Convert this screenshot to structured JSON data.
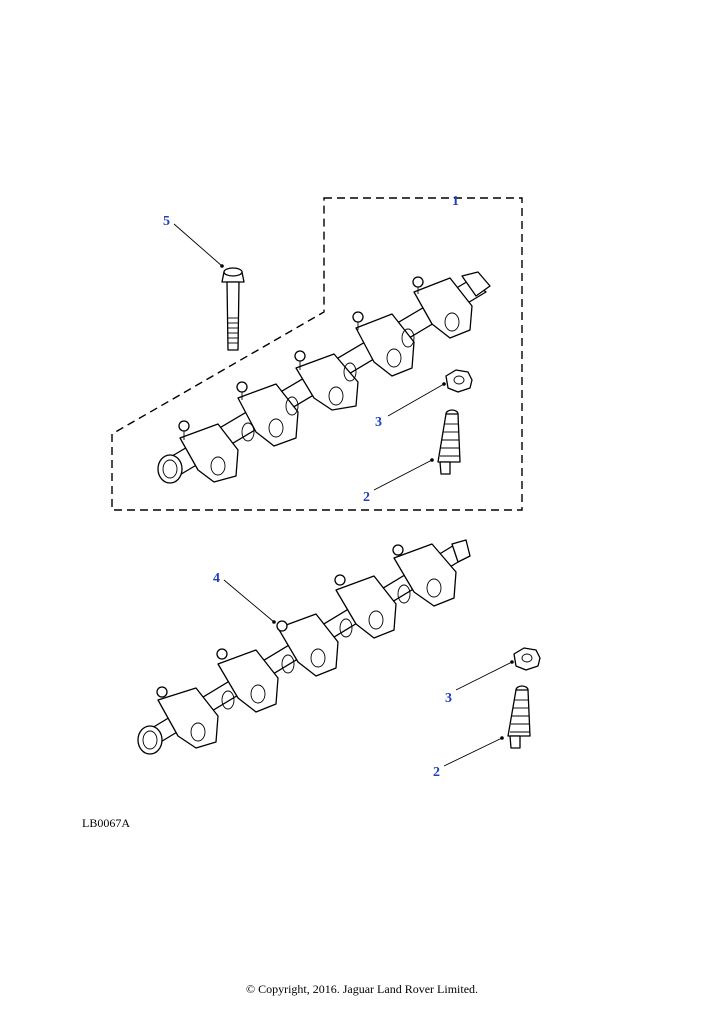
{
  "callouts": {
    "kit_rocker_assembly": "1",
    "stud_upper": "2",
    "nut_upper": "3",
    "rocker_shaft_assembly": "4",
    "bolt": "5",
    "stud_lower": "2",
    "nut_lower": "3"
  },
  "illustration_ref": "LB0067A",
  "copyright": "© Copyright, 2016. Jaguar Land Rover Limited.",
  "colors": {
    "callout": "#1f3fbf",
    "line": "#000000",
    "background": "#ffffff"
  }
}
